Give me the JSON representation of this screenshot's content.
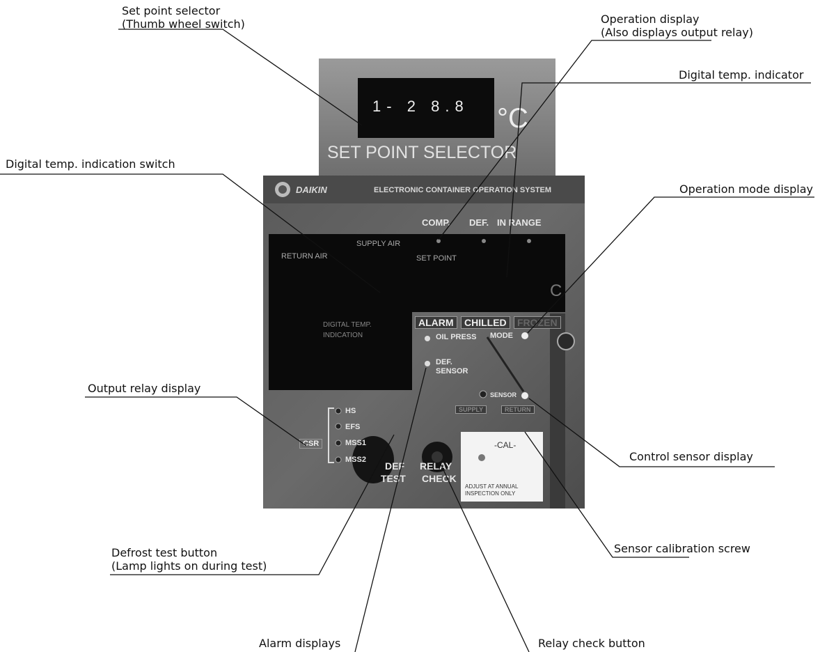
{
  "callouts": {
    "set_point_selector": [
      "Set point selector",
      "(Thumb wheel switch)"
    ],
    "operation_display": [
      "Operation display",
      "(Also displays output relay)"
    ],
    "digital_temp_indicator": [
      "Digital temp. indicator"
    ],
    "digital_temp_indication_switch": [
      "Digital temp. indication switch"
    ],
    "operation_mode_display": [
      "Operation mode display"
    ],
    "output_relay_display": [
      "Output relay display"
    ],
    "control_sensor_display": [
      "Control sensor display"
    ],
    "defrost_test_button": [
      "Defrost test button",
      "(Lamp lights on during test)"
    ],
    "sensor_calibration_screw": [
      "Sensor calibration screw"
    ],
    "alarm_displays": [
      "Alarm displays"
    ],
    "relay_check_button": [
      "Relay check button"
    ]
  },
  "panel": {
    "thumbwheel_digits": [
      "1",
      "-",
      "2",
      "8",
      ".",
      "8"
    ],
    "thumbwheel_unit": "°C",
    "set_point_selector_title": "SET POINT SELECTOR",
    "brand": "DAIKIN",
    "system_title": "ELECTRONIC CONTAINER OPERATION SYSTEM",
    "lamps_top": [
      "COMP.",
      "DEF.",
      "IN RANGE"
    ],
    "display_labels": {
      "supply_air": "SUPPLY AIR",
      "return_air": "RETURN AIR",
      "set_point": "SET POINT",
      "unit": "C"
    },
    "indication_label": [
      "DIGITAL TEMP.",
      "INDICATION"
    ],
    "mode_boxes": [
      "ALARM",
      "CHILLED",
      "FROZEN"
    ],
    "alarm_lamps": [
      "OIL PRESS",
      "DEF. SENSOR"
    ],
    "mode_lamp": "MODE",
    "sensor_lamp": "SENSOR",
    "sensor_boxes": [
      "SUPPLY",
      "RETURN"
    ],
    "relay_lamps": [
      "HS",
      "EFS",
      "MSS1",
      "MSS2"
    ],
    "relay_tag": "CSR",
    "def_test_label": [
      "DEF",
      "TEST"
    ],
    "relay_check_label": [
      "RELAY",
      "CHECK"
    ],
    "cal_card": [
      "-CAL-",
      "ADJUST AT ANNUAL",
      "INSPECTION ONLY"
    ]
  }
}
